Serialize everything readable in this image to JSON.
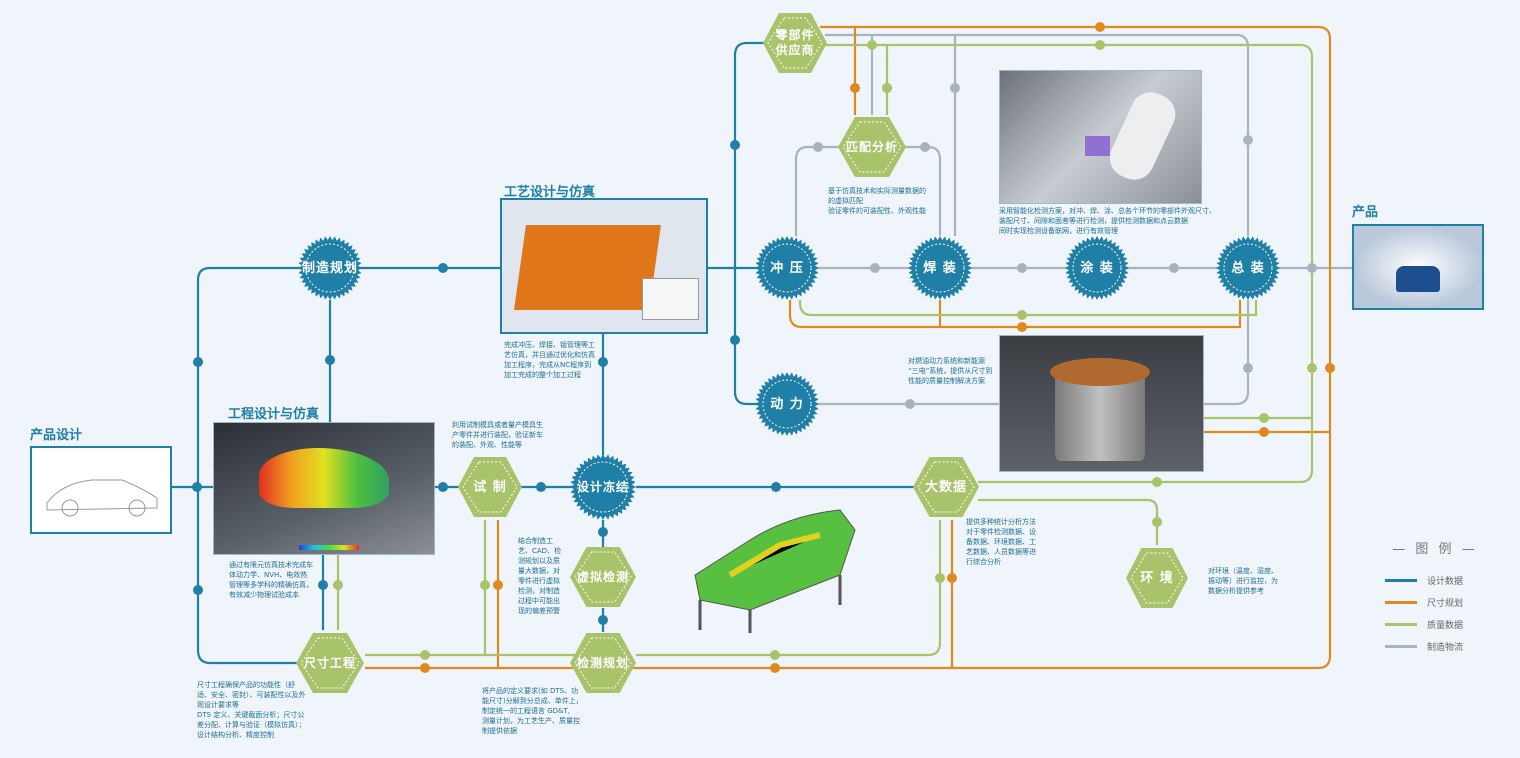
{
  "colors": {
    "design": "#1f7fa6",
    "dimension": "#e08a1e",
    "quality": "#a8c36a",
    "logistics": "#a9b3bd",
    "background": "#eff5fa"
  },
  "titles": {
    "product_design": "产品设计",
    "engineering": "工程设计与仿真",
    "process": "工艺设计与仿真",
    "product": "产品"
  },
  "nodes": {
    "mfg_plan": "制造规划",
    "stamping": "冲 压",
    "welding": "焊 装",
    "painting": "涂 装",
    "assembly": "总 装",
    "power": "动 力",
    "freeze": "设计冻结",
    "supplier": "零部件\n供应商",
    "matching": "匹配分析",
    "trial": "试 制",
    "virtual": "虚拟检测",
    "inspection": "检测规划",
    "dimension": "尺寸工程",
    "bigdata": "大数据",
    "env": "环 境"
  },
  "descriptions": {
    "matching": "基于仿真技术和实际测量数据的\n的虚拟匹配\n验证零件的可装配性、外观性能",
    "welding": "采用智能化检测方案，对冲、焊、涂、总各个环节的零部件外观尺寸、\n装配尺寸、间隙和面差等进行检测，提供检测数据和点云数据\n同时实现检测设备联网，进行有效管理",
    "process": "完成冲压、焊接、钣管理等工\n艺仿真，并且通过优化和仿真\n加工程序，完成从NC程序到\n加工完成的整个加工过程",
    "power": "对燃油动力系统和新能源\n“三电”系统，提供从尺寸到\n性能的质量控制解决方案",
    "trial": "利用试制模具或者量产模具生\n产零件并进行装配，验证新车\n的装配、外观、性能等",
    "engineering": "通过有限元仿真技术完成车\n体动力学、NVH、电效热\n管理等多学科的精确仿真，\n有效减少物理试验成本",
    "virtual": "结合制造工\n艺、CAD、检\n测规划以及质\n量大数据，对\n零件进行虚拟\n检测，对制造\n过程中可能出\n现的偏差预警",
    "bigdata": "提供多种统计分析方法\n对于零件检测数据、设\n备数据、环境数据、工\n艺数据、人员数据等进\n行综合分析",
    "env": "对环境（温度、湿度、\n振动等）进行监控，为\n数据分析提供参考",
    "dimension": "尺寸工程确保产品的功能性（舒\n适、安全、密封）、可装配性以及外\n观设计要求等\nDTS 定义、关键截面分析；尺寸公\n差分配、计算与验证（模拟仿真）；\n设计结构分析、精度控制",
    "inspection": "将产品的定义要求(如 DTS、功\n能尺寸)分解到分总成、单件上，\n制定统一的工程语言 GD&T,\n测量计划，为工艺生产、质量控\n制提供依据"
  },
  "legend": {
    "title": "— 图 例 —",
    "items": [
      {
        "label": "设计数据",
        "color": "#1f7fa6"
      },
      {
        "label": "尺寸规划",
        "color": "#e08a1e"
      },
      {
        "label": "质量数据",
        "color": "#a8c36a"
      },
      {
        "label": "制造物流",
        "color": "#a9b3bd"
      }
    ]
  }
}
